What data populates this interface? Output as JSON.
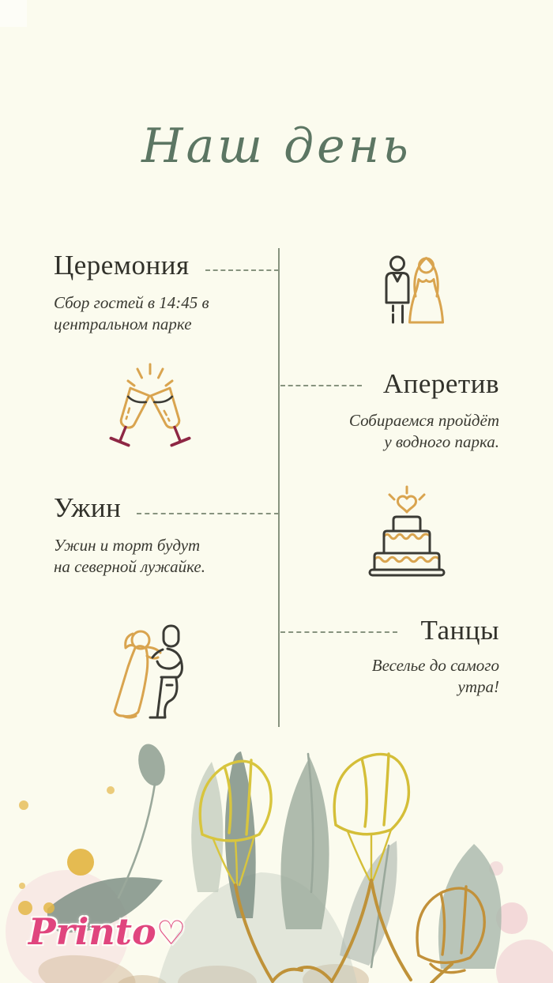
{
  "title": "Наш день",
  "events": [
    {
      "title": "Церемония",
      "desc1": "Сбор гостей в 14:45 в",
      "desc2": "центральном парке",
      "icon": "bride-groom-icon"
    },
    {
      "title": "Аперетив",
      "desc1": "Собираемся пройдёт",
      "desc2": "у водного парка.",
      "icon": "champagne-glasses-icon"
    },
    {
      "title": "Ужин",
      "desc1": "Ужин и торт будут",
      "desc2": "на северной лужайке.",
      "icon": "wedding-cake-icon"
    },
    {
      "title": "Танцы",
      "desc1": "Веселье до самого",
      "desc2": "утра!",
      "icon": "dancing-couple-icon"
    }
  ],
  "brand": {
    "name": "Printo",
    "heart": "♡"
  },
  "colors": {
    "background": "#fbfbee",
    "title_green": "#5c7663",
    "text_dark": "#31312a",
    "timeline_sage": "#87937f",
    "icon_gold": "#d9a44f",
    "icon_dark": "#3b3b35",
    "stem_maroon": "#8e2744",
    "flower_yellow": "#d7c33b",
    "flower_amber": "#c2913a",
    "leaf_sage": "#93a396",
    "brand_pink": "#e0457e"
  }
}
